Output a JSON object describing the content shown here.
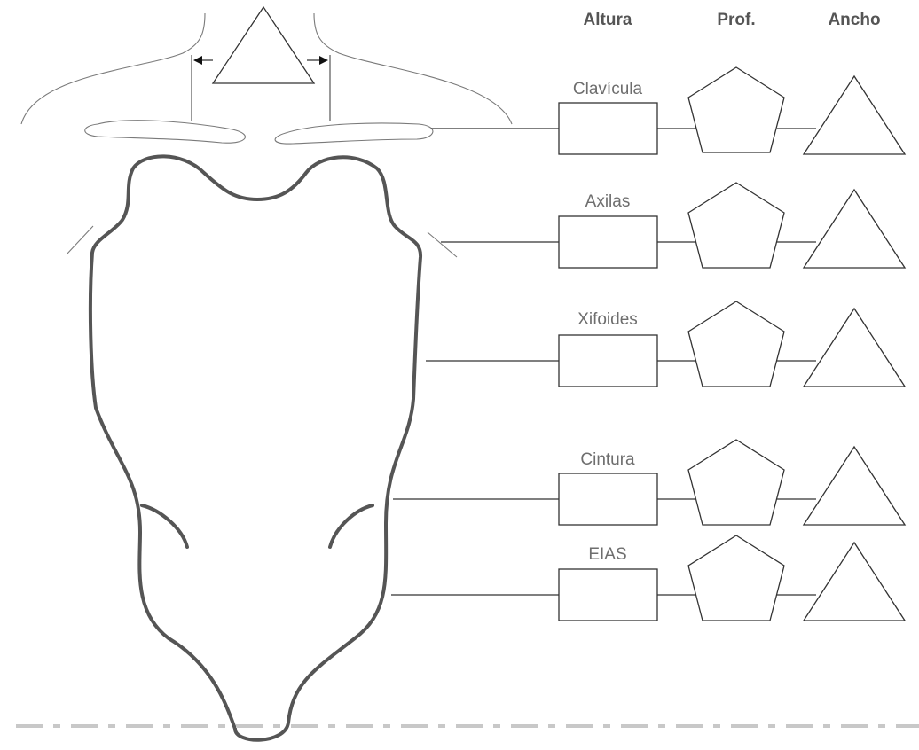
{
  "headers": {
    "height": "Altura",
    "depth": "Prof.",
    "width": "Ancho"
  },
  "rows": [
    {
      "label": "Clavícula"
    },
    {
      "label": "Axilas"
    },
    {
      "label": "Xifoides"
    },
    {
      "label": "Cintura"
    },
    {
      "label": "EIAS"
    }
  ],
  "colors": {
    "outline": "#555555",
    "midline": "#c8c8c8",
    "text": "#555555"
  },
  "icons": {
    "height_marker": "rectangle",
    "depth_marker": "pentagon",
    "width_marker": "triangle"
  }
}
